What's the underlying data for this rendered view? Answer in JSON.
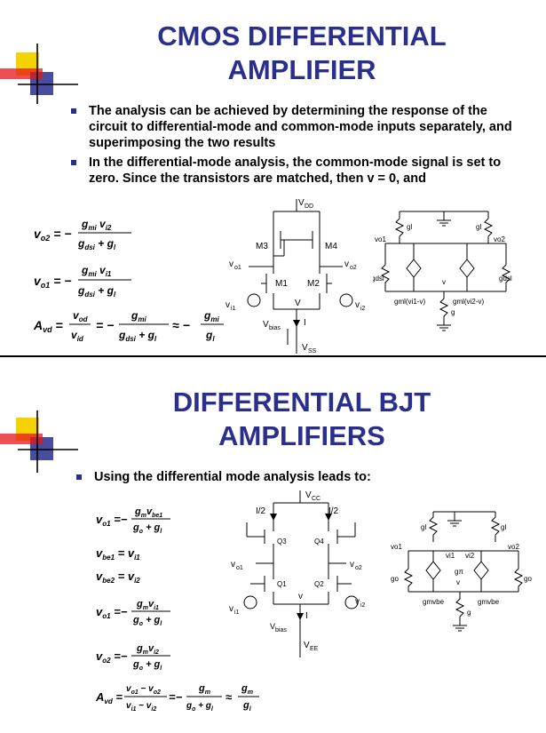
{
  "slide1": {
    "title_line1": "CMOS DIFFERENTIAL",
    "title_line2": "AMPLIFIER",
    "bullets": [
      "The analysis can be achieved by determining the response of the circuit to differential-mode and common-mode inputs separately, and superimposing the two results",
      "In the differential-mode analysis, the common-mode signal is set to zero. Since the transistors are matched, then v = 0, and"
    ],
    "equations": {
      "vo2": "vo2 = − gmi vi2 / (gdsi + gl)",
      "vo1": "vo1 = − gmi vi1 / (gdsi + gl)",
      "avd": "Avd = vod / vid = − gmi / (gdsi + gl) ≈ − gmi / gl"
    },
    "circuit_labels": {
      "vdd": "V",
      "vdd_sub": "DD",
      "m3": "M3",
      "m4": "M4",
      "m1": "M1",
      "m2": "M2",
      "vo1": "v",
      "vo1_sub": "o1",
      "vo2": "v",
      "vo2_sub": "o2",
      "vi1": "v",
      "vi1_sub": "i1",
      "vi2": "v",
      "vi2_sub": "i2",
      "v": "V",
      "i": "I",
      "vbias": "V",
      "vbias_sub": "bias",
      "vss": "V",
      "vss_sub": "SS"
    },
    "small_signal_labels": {
      "gl_left": "gl",
      "gl_right": "gl",
      "vo1": "vo1",
      "vo2": "vo2",
      "gdsl_left": "gdsl",
      "gdsl_right": "gdsl",
      "v": "v",
      "gm_left": "gml(vi1-v)",
      "gm_right": "gml(vi2-v)",
      "g": "g"
    }
  },
  "slide2": {
    "title_line1": "DIFFERENTIAL BJT",
    "title_line2": "AMPLIFIERS",
    "bullets": [
      "Using the differential mode analysis leads to:"
    ],
    "equations": {
      "vo1_a": "vo1 = − gm vbe1 / (go + gl)",
      "vbe1": "vbe1 = vi1",
      "vbe2": "vbe2 = vi2",
      "vo1_b": "vo1 = − gm vi1 / (go + gl)",
      "vo2": "vo2 = − gm vi2 / (go + gl)",
      "avd": "Avd = (vo1 − vo2)/(vi1 − vi2) = − gm/(go + gl) ≈ gm/gl"
    },
    "circuit_labels": {
      "vcc": "V",
      "vcc_sub": "CC",
      "i2_left": "I/2",
      "i2_right": "I/2",
      "q3": "Q3",
      "q4": "Q4",
      "q1": "Q1",
      "q2": "Q2",
      "vo1": "v",
      "vo1_sub": "o1",
      "vo2": "v",
      "vo2_sub": "o2",
      "vi1": "v",
      "vi1_sub": "i1",
      "vi2": "v",
      "vi2_sub": "i2",
      "v": "v",
      "i": "I",
      "vbias": "V",
      "vbias_sub": "bias",
      "vee": "V",
      "vee_sub": "EE"
    },
    "small_signal_labels": {
      "gl_left": "gl",
      "gl_right": "gl",
      "vo1": "vo1",
      "vo2": "vo2",
      "vi1": "vi1",
      "vi2": "vi2",
      "go_left": "go",
      "go_right": "go",
      "gpi": "gπ",
      "v": "v",
      "gm_left": "gmvbe",
      "gm_right": "gmvbe",
      "g": "g"
    }
  },
  "colors": {
    "title": "#2a2e8c",
    "deco_yellow": "#f5d300",
    "deco_red": "#e8141c",
    "deco_blue": "#2a2e8c"
  }
}
